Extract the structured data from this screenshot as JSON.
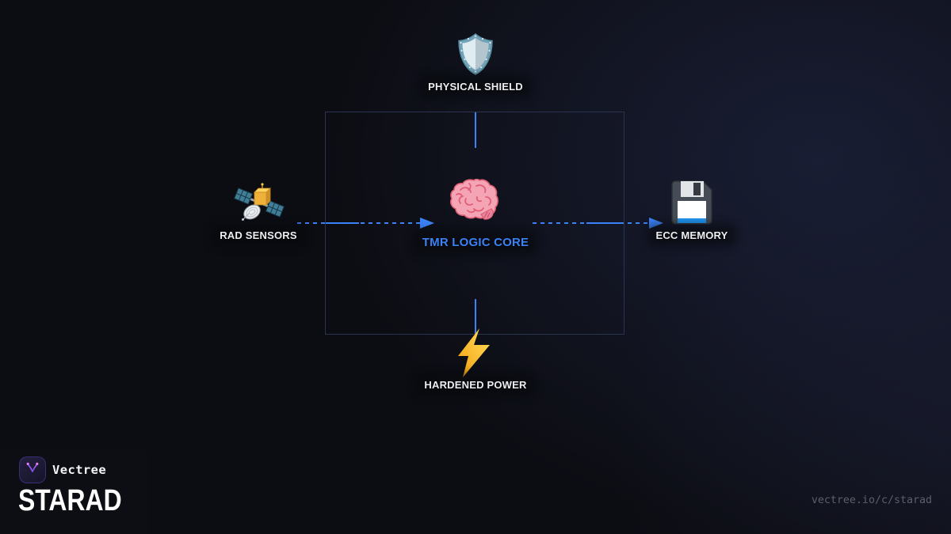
{
  "diagram": {
    "nodes": {
      "shield": {
        "label": "PHYSICAL SHIELD",
        "icon": "shield-icon"
      },
      "core": {
        "label": "TMR LOGIC CORE",
        "icon": "brain-icon"
      },
      "sensors": {
        "label": "RAD SENSORS",
        "icon": "satellite-icon"
      },
      "memory": {
        "label": "ECC MEMORY",
        "icon": "floppy-disk-icon"
      },
      "power": {
        "label": "HARDENED POWER",
        "icon": "lightning-icon"
      }
    },
    "accent_color": "#3b82f6",
    "label_color": "#eceef0",
    "box_border_color": "#2a3450"
  },
  "footer": {
    "brand": "Vectree",
    "title": "STARAD",
    "url": "vectree.io/c/starad",
    "logo_colors": {
      "tile": "#23203f",
      "stroke": "#9353f0",
      "dot": "#e879f9"
    }
  }
}
